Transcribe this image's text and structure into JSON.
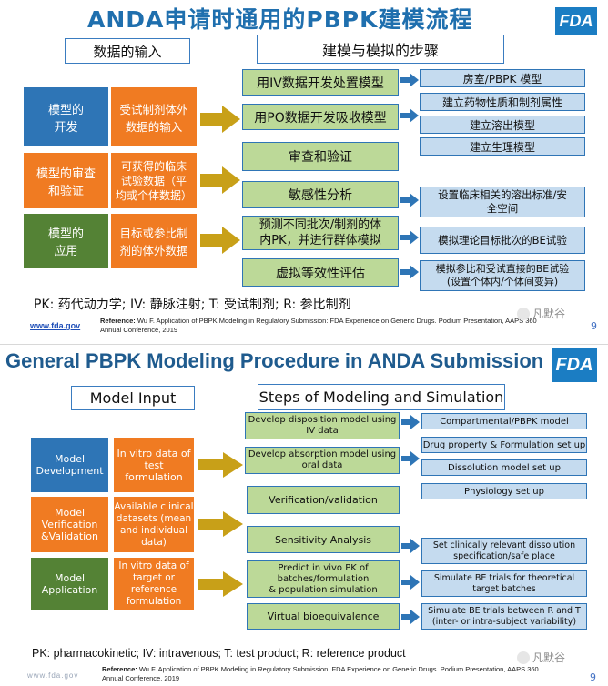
{
  "cn": {
    "title": "ANDA申请时通用的PBPK建模流程",
    "fda": "FDA",
    "input_header": "数据的输入",
    "steps_header": "建模与模拟的步骤",
    "left": [
      {
        "label": "模型的\n开发",
        "color": "#2e75b6",
        "input": "受试制剂体外\n数据的输入"
      },
      {
        "label": "模型的审查\n和验证",
        "color": "#f07b22",
        "input": "可获得的临床\n试验数据（平\n均或个体数据）"
      },
      {
        "label": "模型的\n应用",
        "color": "#548235",
        "input": "目标或参比制\n剂的体外数据"
      }
    ],
    "middle": [
      "用IV数据开发处置模型",
      "用PO数据开发吸收模型",
      "审查和验证",
      "敏感性分析",
      "预测不同批次/制剂的体\n内PK，并进行群体模拟",
      "虚拟等效性评估"
    ],
    "right": [
      "房室/PBPK 模型",
      "建立药物性质和制剂属性",
      "建立溶出模型",
      "建立生理模型",
      "设置临床相关的溶出标准/安\n全空间",
      "模拟理论目标批次的BE试验",
      "模拟参比和受试直接的BE试验\n(设置个体内/个体间变异)"
    ],
    "footnote": "PK: 药代动力学; IV: 静脉注射; T: 受试制剂; R: 参比制剂",
    "link": "www.fda.gov",
    "ref_label": "Reference:",
    "ref_text": " Wu F. Application of PBPK Modeling in Regulatory Submission: FDA Experience on Generic Drugs. Podium Presentation, AAPS 360 Annual Conference, 2019",
    "page": "9",
    "watermark": "凡默谷"
  },
  "en": {
    "title": "General PBPK Modeling Procedure in ANDA Submission",
    "fda": "FDA",
    "input_header": "Model Input",
    "steps_header": "Steps of Modeling and Simulation",
    "left": [
      {
        "label": "Model\nDevelopment",
        "color": "#2e75b6",
        "input": "In vitro data of\ntest formulation"
      },
      {
        "label": "Model\nVerification\n&Validation",
        "color": "#f07b22",
        "input": "Available clinical\ndatasets (mean\nand individual\ndata)"
      },
      {
        "label": "Model\nApplication",
        "color": "#548235",
        "input": "In vitro data of\ntarget or\nreference\nformulation"
      }
    ],
    "middle": [
      "Develop disposition model using\nIV data",
      "Develop absorption model using\noral data",
      "Verification/validation",
      "Sensitivity Analysis",
      "Predict in vivo PK of\nbatches/formulation\n& population simulation",
      "Virtual bioequivalence"
    ],
    "right": [
      "Compartmental/PBPK model",
      "Drug property & Formulation set up",
      "Dissolution model set up",
      "Physiology set up",
      "Set clinically relevant dissolution\nspecification/safe place",
      "Simulate BE trials for theoretical\ntarget batches",
      "Simulate BE trials between R and T\n(inter- or intra-subject variability)"
    ],
    "footnote": "PK: pharmacokinetic; IV: intravenous; T: test product; R: reference product",
    "link": "www.fda.gov",
    "ref_label": "Reference:",
    "ref_text": " Wu F. Application of PBPK Modeling in Regulatory Submission: FDA Experience on Generic Drugs. Podium Presentation, AAPS 360 Annual Conference, 2019",
    "page": "9",
    "watermark": "凡默谷"
  }
}
